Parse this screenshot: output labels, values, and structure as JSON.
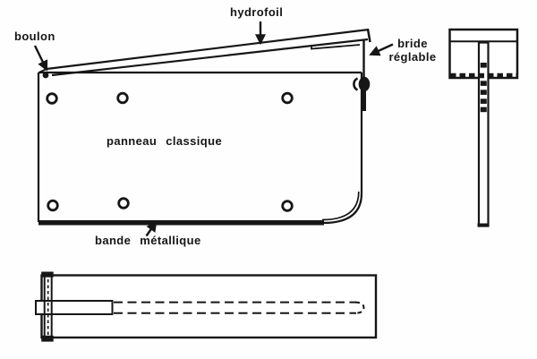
{
  "colors": {
    "ink": "#161616",
    "background": "#fefefe"
  },
  "labels": {
    "boulon": "boulon",
    "hydrofoil": "hydrofoil",
    "bride_line1": "bride",
    "bride_line2": "réglable",
    "panneau_classique": "panneau classique",
    "bande_metallique": "bande métallique"
  }
}
